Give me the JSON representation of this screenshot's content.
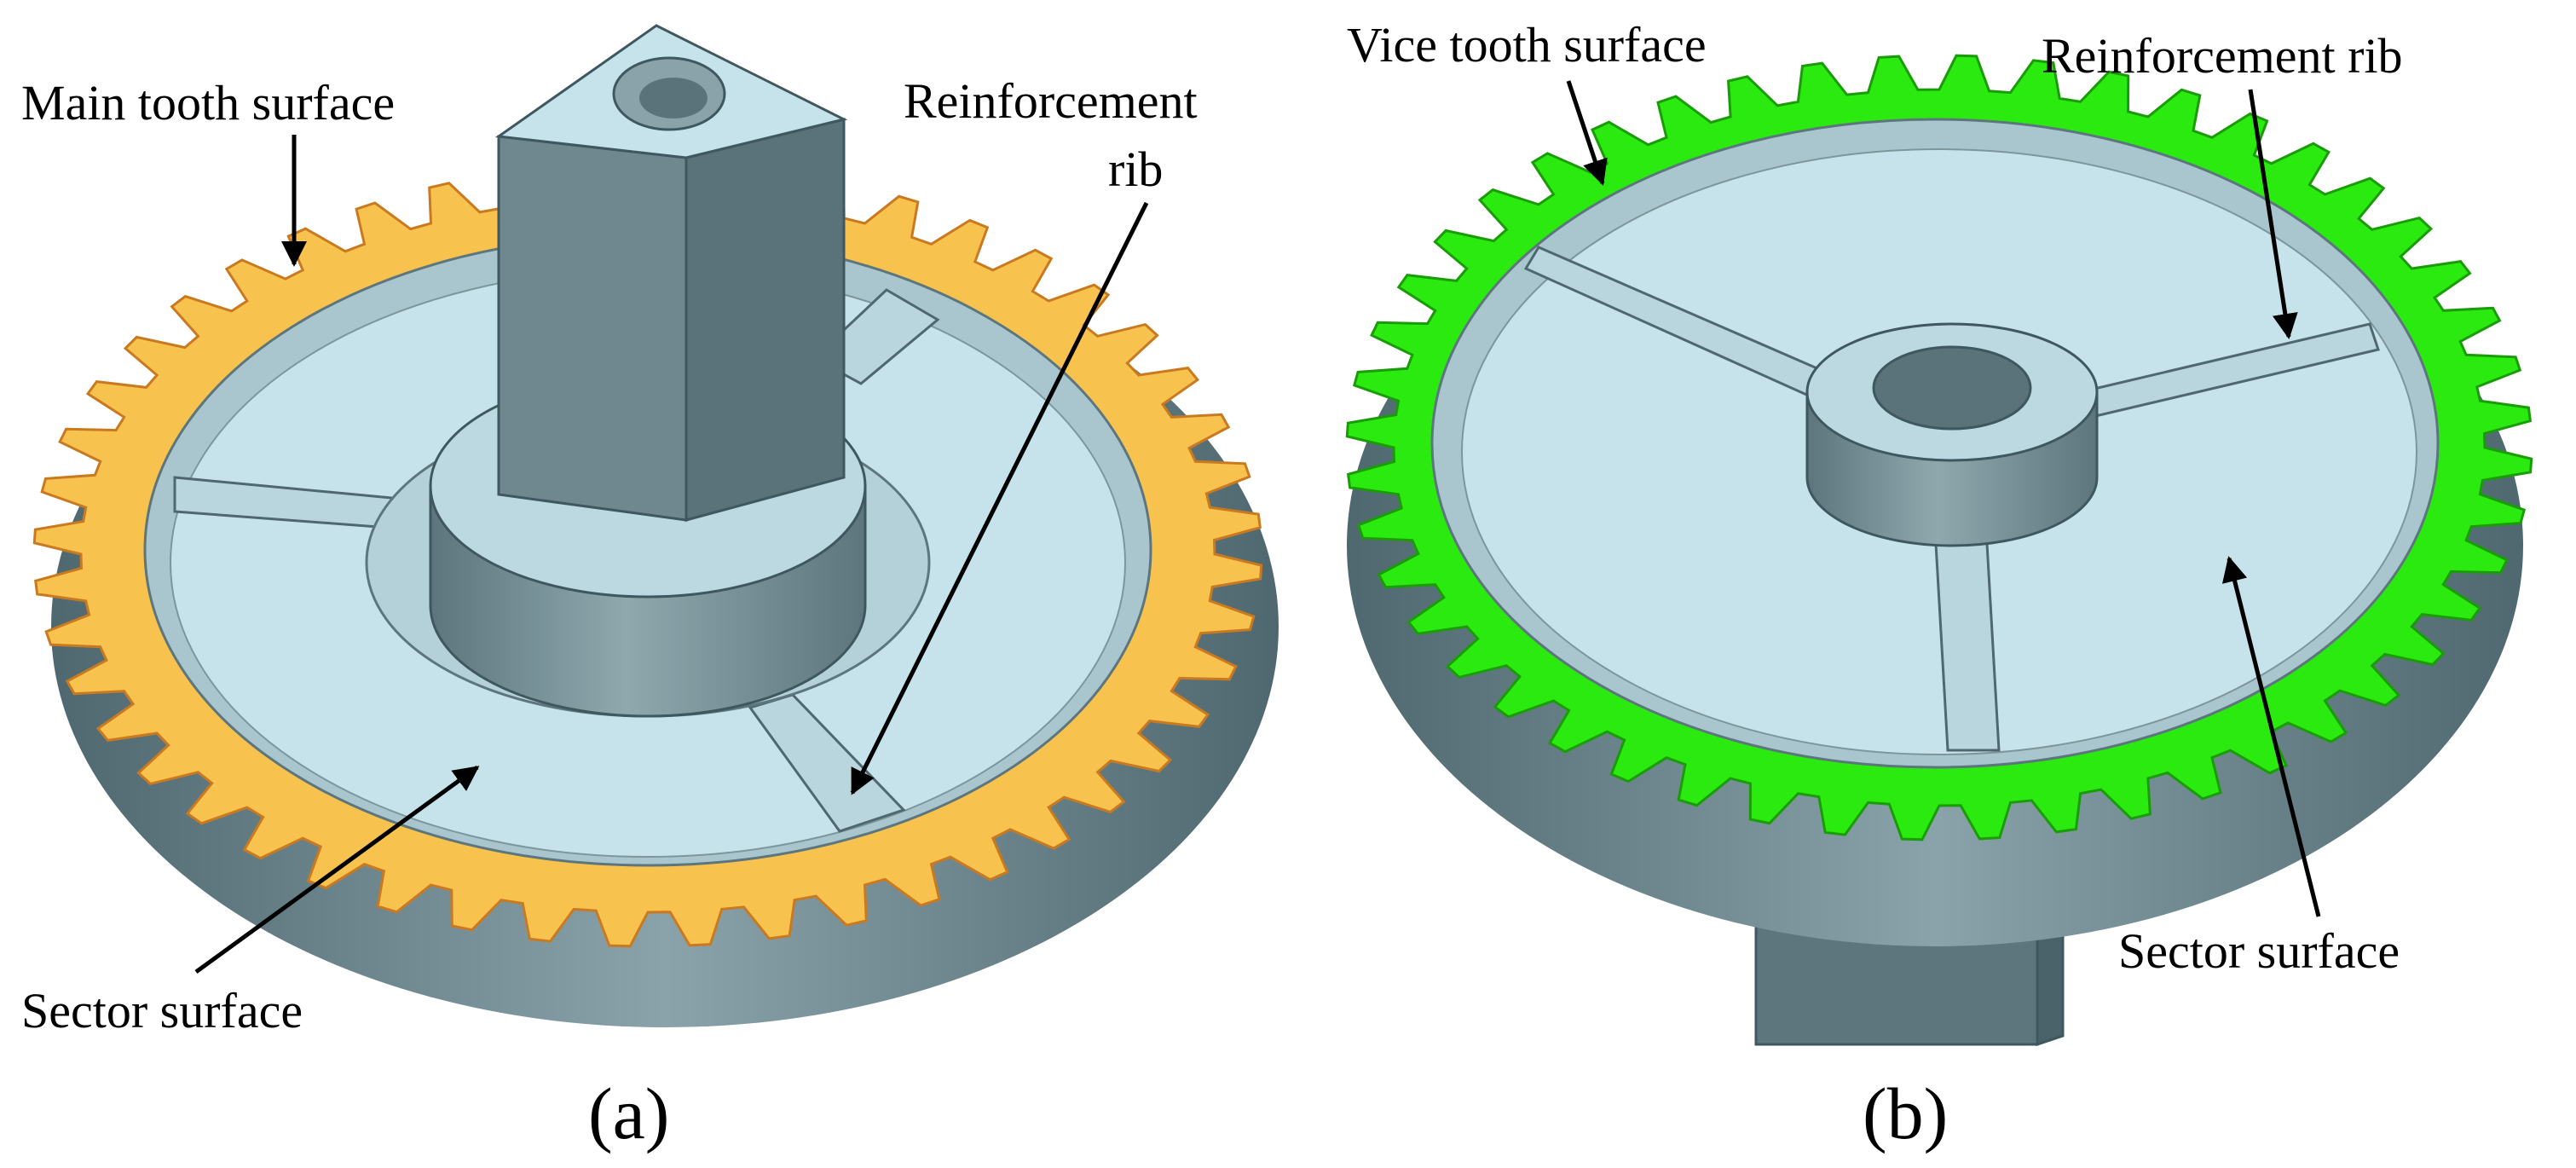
{
  "panel_a": {
    "caption": "(a)",
    "label_main_tooth": "Main tooth surface",
    "label_rib_line1": "Reinforcement",
    "label_rib_line2": "rib",
    "label_sector": "Sector surface",
    "tooth_surface_color": "#f8c24e"
  },
  "panel_b": {
    "caption": "(b)",
    "label_vice_tooth": "Vice tooth surface",
    "label_rib": "Reinforcement rib",
    "label_sector": "Sector surface",
    "tooth_surface_color": "#2bea10"
  },
  "colors": {
    "body_steel": "#6f8890",
    "body_steel_dark": "#4f6870",
    "face_light": "#c6e2ea",
    "face_mid": "#a9c6ce"
  }
}
